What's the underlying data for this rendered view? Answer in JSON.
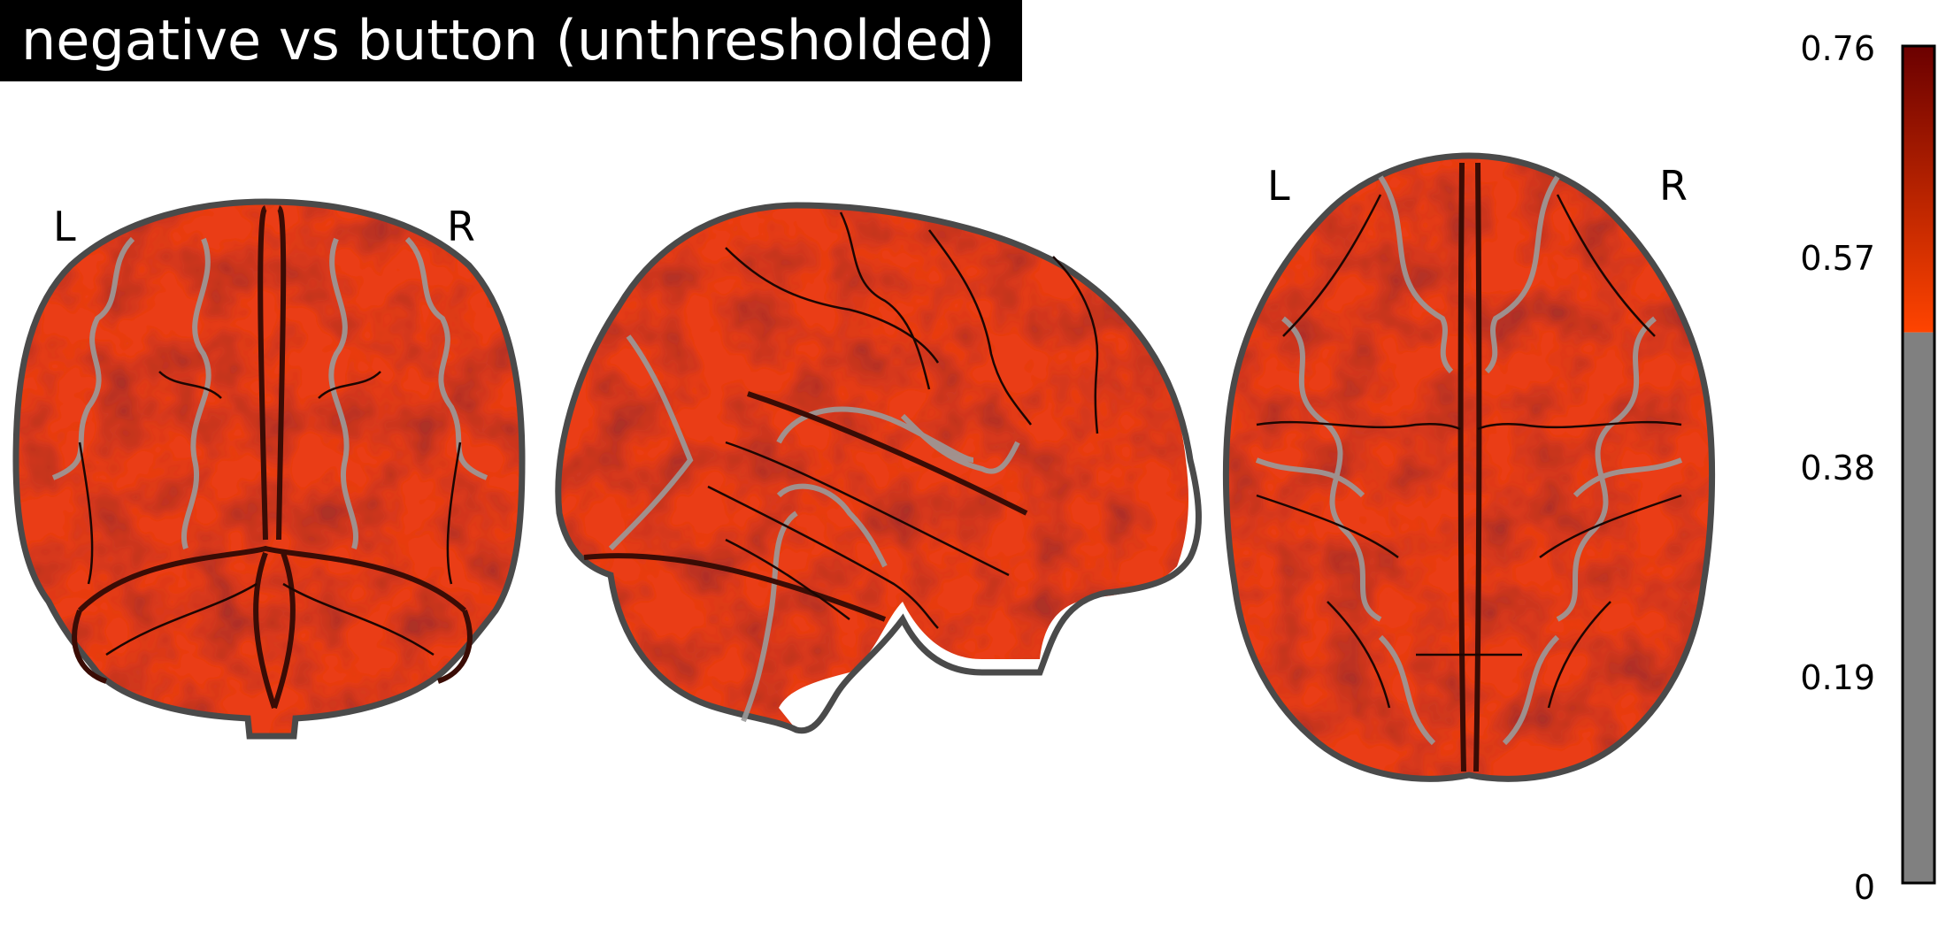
{
  "title": "negative vs button (unthresholded)",
  "views": {
    "coronal": {
      "left_label": "L",
      "right_label": "R"
    },
    "axial": {
      "left_label": "L",
      "right_label": "R"
    }
  },
  "colorbar": {
    "ticks": [
      "0.76",
      "0.57",
      "0.38",
      "0.19",
      "0"
    ],
    "min": 0,
    "max": 0.76,
    "threshold": 0.5,
    "colors": {
      "below_threshold": "#808080",
      "low": "#ff4400",
      "high": "#6b0000",
      "brain_fill": "#ea3d12",
      "outline": "#4a4a4a"
    }
  }
}
